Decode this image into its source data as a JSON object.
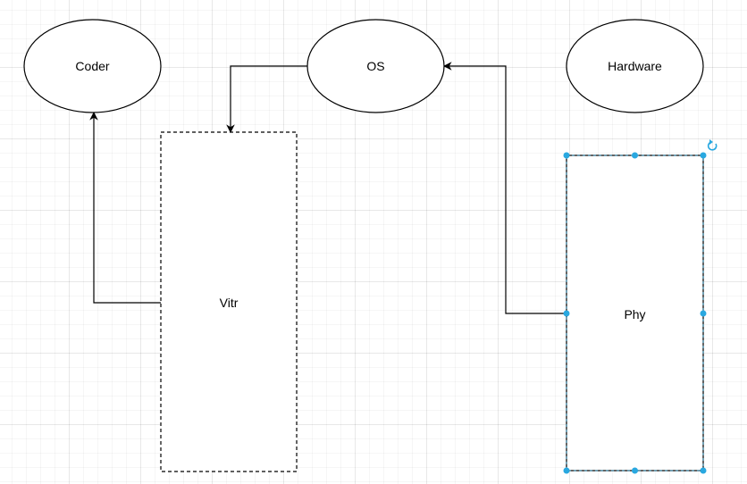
{
  "nodes": {
    "coder": {
      "label": "Coder"
    },
    "os": {
      "label": "OS"
    },
    "hardware": {
      "label": "Hardware"
    },
    "vitr": {
      "label": "Vitr"
    },
    "phy": {
      "label": "Phy"
    }
  },
  "edges": [
    {
      "from": "vitr",
      "to": "coder"
    },
    {
      "from": "os",
      "to": "vitr"
    },
    {
      "from": "phy",
      "to": "os"
    }
  ],
  "colors": {
    "selection": "#29a8e0",
    "stroke": "#000000",
    "fill": "#ffffff"
  },
  "selected": "phy",
  "icons": {
    "rotate": "rotate-handle-icon"
  }
}
